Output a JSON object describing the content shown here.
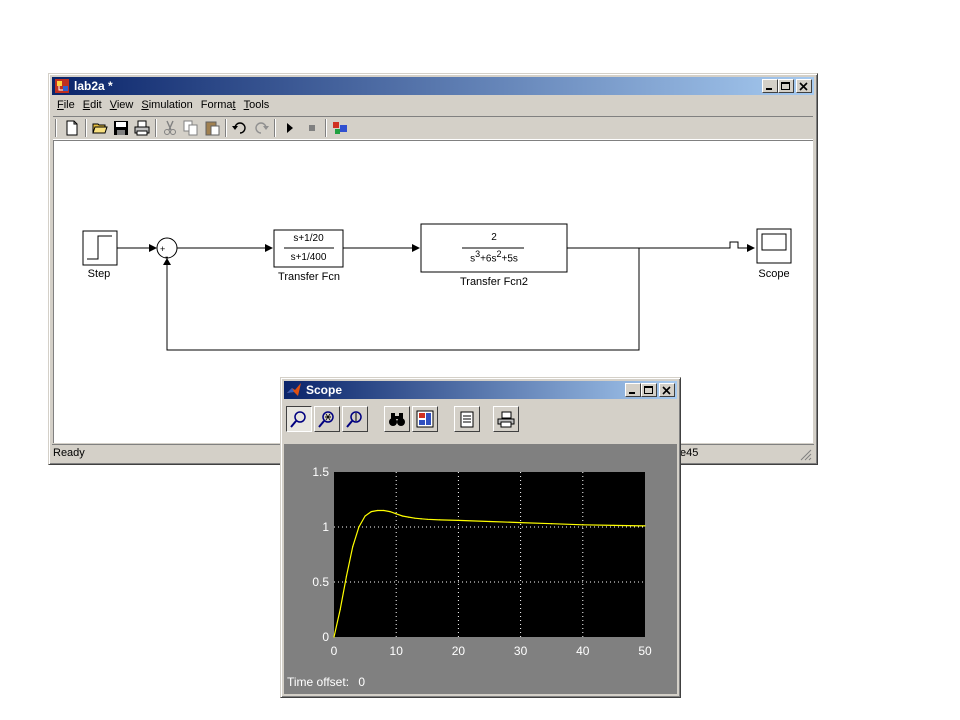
{
  "model_window": {
    "title": "lab2a *",
    "menu": [
      {
        "label": "File",
        "u": "F",
        "rest": "ile"
      },
      {
        "label": "Edit",
        "u": "E",
        "rest": "dit"
      },
      {
        "label": "View",
        "u": "V",
        "rest": "iew"
      },
      {
        "label": "Simulation",
        "u": "S",
        "rest": "imulation"
      },
      {
        "label": "Format",
        "pre": "Forma",
        "u": "t",
        "rest": ""
      },
      {
        "label": "Tools",
        "u": "T",
        "rest": "ools"
      }
    ],
    "toolbar_icons": [
      "new-icon",
      "open-icon",
      "save-icon",
      "print-icon",
      "cut-icon",
      "copy-icon",
      "paste-icon",
      "undo-icon",
      "redo-icon",
      "start-simulation-icon",
      "stop-simulation-icon",
      "library-browser-icon"
    ],
    "blocks": {
      "step": {
        "label": "Step"
      },
      "tf1": {
        "numerator": "s+1/20",
        "denominator": "s+1/400",
        "label": "Transfer Fcn"
      },
      "tf2": {
        "numerator": "2",
        "den_a": "s",
        "den_exp1": "3",
        "den_b": "+6s",
        "den_exp2": "2",
        "den_c": "+5s",
        "label": "Transfer Fcn2"
      },
      "scope": {
        "label": "Scope"
      }
    },
    "status": {
      "left": "Ready",
      "right": "e45"
    }
  },
  "scope_window": {
    "title": "Scope",
    "toolbar_icons": [
      "zoom-icon",
      "zoom-x-icon",
      "zoom-y-icon",
      "autoscale-icon",
      "save-axes-icon",
      "params-icon",
      "print-icon"
    ],
    "time_offset_label": "Time offset:",
    "time_offset_value": "0"
  },
  "chart_data": {
    "type": "line",
    "title": "",
    "xlabel": "",
    "ylabel": "",
    "xlim": [
      0,
      50
    ],
    "ylim": [
      0,
      1.5
    ],
    "x_ticks": [
      "0",
      "10",
      "20",
      "30",
      "40",
      "50"
    ],
    "y_ticks": [
      "0",
      "0.5",
      "1",
      "1.5"
    ],
    "grid": true,
    "background": "#000000",
    "line_color": "#ffff00",
    "series": [
      {
        "x": [
          0,
          1,
          2,
          3,
          4,
          5,
          6,
          7,
          8,
          9,
          10,
          11,
          12,
          13,
          14,
          15,
          17,
          20,
          25,
          30,
          35,
          40,
          45,
          50
        ],
        "y": [
          0,
          0.25,
          0.55,
          0.82,
          1.0,
          1.1,
          1.14,
          1.15,
          1.15,
          1.14,
          1.12,
          1.1,
          1.09,
          1.08,
          1.075,
          1.07,
          1.065,
          1.06,
          1.05,
          1.04,
          1.03,
          1.02,
          1.015,
          1.01
        ]
      }
    ]
  }
}
